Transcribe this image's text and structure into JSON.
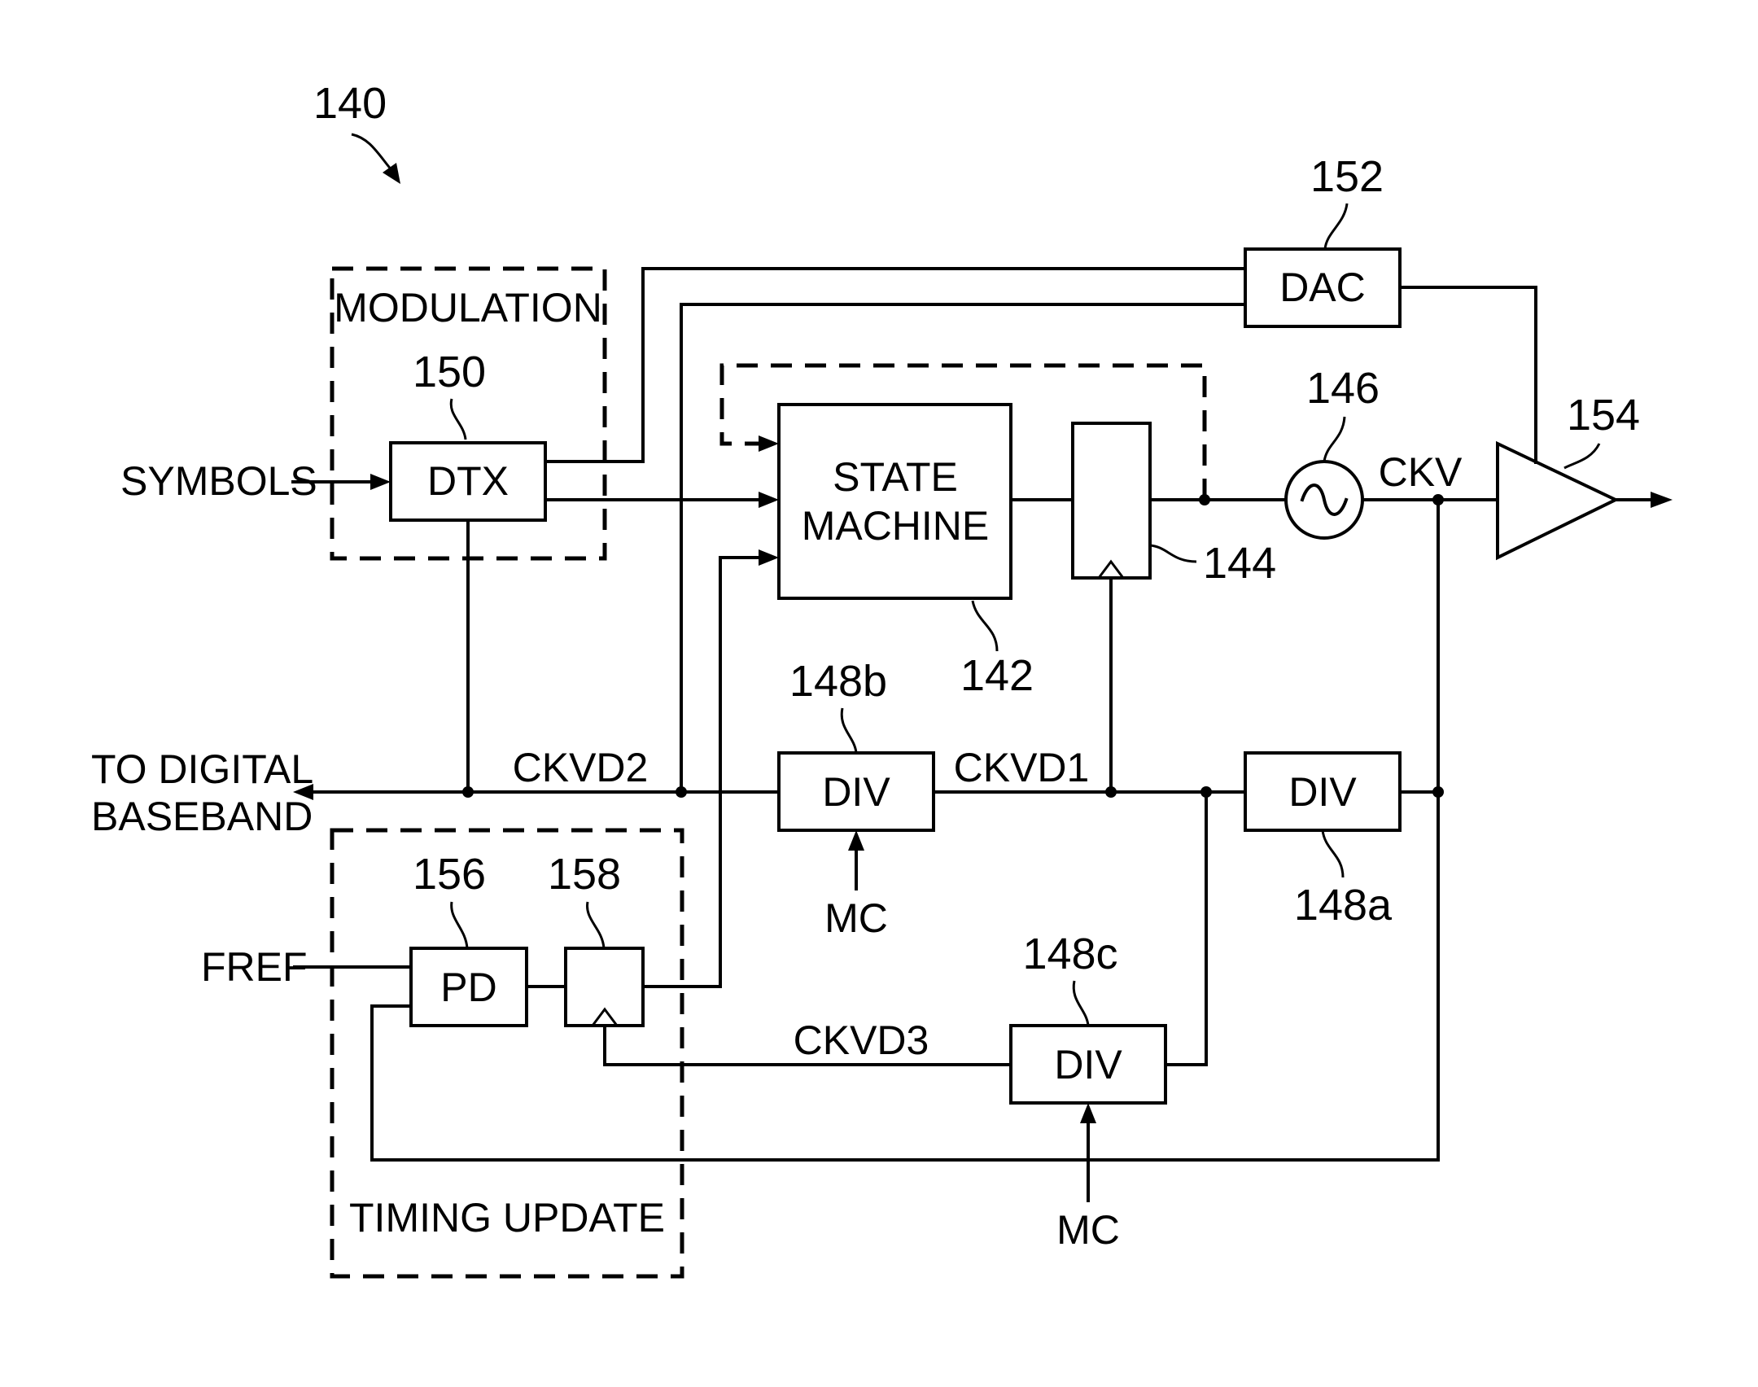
{
  "figure_ref": "140",
  "blocks": {
    "modulation": "MODULATION",
    "dtx": "DTX",
    "dtx_ref": "150",
    "state_machine_line1": "STATE",
    "state_machine_line2": "MACHINE",
    "state_machine_ref": "142",
    "register_ref": "144",
    "oscillator_ref": "146",
    "dac": "DAC",
    "dac_ref": "152",
    "amp_ref": "154",
    "div_b": "DIV",
    "div_b_ref": "148b",
    "div_a": "DIV",
    "div_a_ref": "148a",
    "div_c": "DIV",
    "div_c_ref": "148c",
    "pd": "PD",
    "pd_ref": "156",
    "ff_ref": "158",
    "timing_update": "TIMING UPDATE"
  },
  "signals": {
    "symbols": "SYMBOLS",
    "to_digital_line1": "TO DIGITAL",
    "to_digital_line2": "BASEBAND",
    "ckvd2": "CKVD2",
    "ckvd1": "CKVD1",
    "ckvd3": "CKVD3",
    "ckv": "CKV",
    "fref": "FREF",
    "mc_top": "MC",
    "mc_bottom": "MC"
  }
}
